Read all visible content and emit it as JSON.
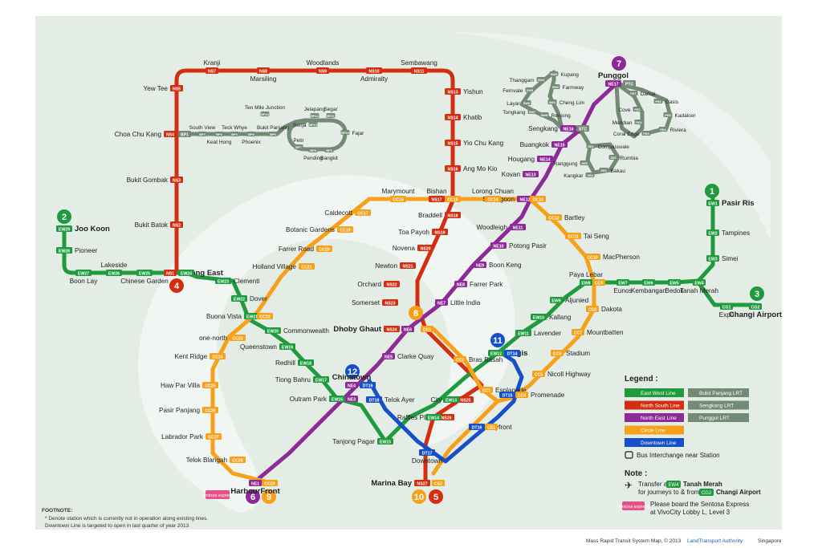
{
  "map": {
    "credit": "Mass Rapid Transit System Map, © 2013",
    "authority": "LandTransport Authority",
    "country": "Singapore"
  },
  "lines": [
    {
      "id": "ew",
      "color": "#1f9a3d"
    },
    {
      "id": "ns",
      "color": "#d42e12"
    },
    {
      "id": "ne",
      "color": "#8d2a97"
    },
    {
      "id": "cc",
      "color": "#f7a11a"
    },
    {
      "id": "dt",
      "color": "#1650c8"
    },
    {
      "id": "lrt",
      "color": "#738a74"
    }
  ],
  "line_numbers": [
    {
      "n": "1",
      "color": "#1f9a3d"
    },
    {
      "n": "2",
      "color": "#1f9a3d"
    },
    {
      "n": "3",
      "color": "#1f9a3d"
    },
    {
      "n": "4",
      "color": "#d42e12"
    },
    {
      "n": "5",
      "color": "#d42e12"
    },
    {
      "n": "6",
      "color": "#8d2a97"
    },
    {
      "n": "7",
      "color": "#8d2a97"
    },
    {
      "n": "8",
      "color": "#f7a11a"
    },
    {
      "n": "9",
      "color": "#f7a11a"
    },
    {
      "n": "10",
      "color": "#f7a11a"
    },
    {
      "n": "11",
      "color": "#1650c8"
    },
    {
      "n": "12",
      "color": "#1650c8"
    }
  ],
  "stations": [
    {
      "name": "Kranji",
      "code": "NS7"
    },
    {
      "name": "Marsiling",
      "code": "NS8"
    },
    {
      "name": "Woodlands",
      "code": "NS9"
    },
    {
      "name": "Admiralty",
      "code": "NS10"
    },
    {
      "name": "Sembawang",
      "code": "NS11"
    },
    {
      "name": "Yew Tee",
      "code": "NS5"
    },
    {
      "name": "Yishun",
      "code": "NS13"
    },
    {
      "name": "Khatib",
      "code": "NS14"
    },
    {
      "name": "Yio Chu Kang",
      "code": "NS15"
    },
    {
      "name": "Ang Mo Kio",
      "code": "NS16"
    },
    {
      "name": "Choa Chu Kang",
      "code": "NS4"
    },
    {
      "name": "Bukit Gombak",
      "code": "NS3"
    },
    {
      "name": "Bukit Batok",
      "code": "NS2"
    },
    {
      "name": "Jurong East",
      "code": "NS1"
    },
    {
      "name": "Bishan",
      "code": "NS17"
    },
    {
      "name": "Braddell",
      "code": "NS18"
    },
    {
      "name": "Toa Payoh",
      "code": "NS19"
    },
    {
      "name": "Novena",
      "code": "NS20"
    },
    {
      "name": "Newton",
      "code": "NS21"
    },
    {
      "name": "Orchard",
      "code": "NS22"
    },
    {
      "name": "Somerset",
      "code": "NS23"
    },
    {
      "name": "Dhoby Ghaut",
      "code": "NS24"
    },
    {
      "name": "City Hall",
      "code": "NS25"
    },
    {
      "name": "Raffles Place",
      "code": "NS26"
    },
    {
      "name": "Marina Bay",
      "code": "NS27"
    },
    {
      "name": "Joo Koon",
      "code": "EW29"
    },
    {
      "name": "Pioneer",
      "code": "EW28"
    },
    {
      "name": "Boon Lay",
      "code": "EW27"
    },
    {
      "name": "Lakeside",
      "code": "EW26"
    },
    {
      "name": "Chinese Garden",
      "code": "EW25"
    },
    {
      "name": "Clementi",
      "code": "EW23"
    },
    {
      "name": "Dover",
      "code": "EW22"
    },
    {
      "name": "Buona Vista",
      "code": "EW21"
    },
    {
      "name": "Commonwealth",
      "code": "EW20"
    },
    {
      "name": "Queenstown",
      "code": "EW19"
    },
    {
      "name": "Redhill",
      "code": "EW18"
    },
    {
      "name": "Tiong Bahru",
      "code": "EW17"
    },
    {
      "name": "Outram Park",
      "code": "EW16"
    },
    {
      "name": "Tanjong Pagar",
      "code": "EW15"
    },
    {
      "name": "Bugis",
      "code": "EW12"
    },
    {
      "name": "Lavender",
      "code": "EW11"
    },
    {
      "name": "Kallang",
      "code": "EW10"
    },
    {
      "name": "Aljunied",
      "code": "EW9"
    },
    {
      "name": "Paya Lebar",
      "code": "EW8"
    },
    {
      "name": "Eunos",
      "code": "EW7"
    },
    {
      "name": "Kembangan",
      "code": "EW6"
    },
    {
      "name": "Bedok",
      "code": "EW5"
    },
    {
      "name": "Tanah Merah",
      "code": "EW4"
    },
    {
      "name": "Simei",
      "code": "EW3"
    },
    {
      "name": "Tampines",
      "code": "EW2"
    },
    {
      "name": "Pasir Ris",
      "code": "EW1"
    },
    {
      "name": "Expo",
      "code": "CG1"
    },
    {
      "name": "Changi Airport",
      "code": "CG2"
    },
    {
      "name": "HarbourFront",
      "code": "NE1"
    },
    {
      "name": "Chinatown",
      "code": "NE4"
    },
    {
      "name": "Clarke Quay",
      "code": "NE5"
    },
    {
      "name": "Little India",
      "code": "NE7"
    },
    {
      "name": "Farrer Park",
      "code": "NE8"
    },
    {
      "name": "Boon Keng",
      "code": "NE9"
    },
    {
      "name": "Potong Pasir",
      "code": "NE10"
    },
    {
      "name": "Woodleigh",
      "code": "NE11"
    },
    {
      "name": "Serangoon",
      "code": "NE12"
    },
    {
      "name": "Kovan",
      "code": "NE13"
    },
    {
      "name": "Hougang",
      "code": "NE14"
    },
    {
      "name": "Buangkok",
      "code": "NE15"
    },
    {
      "name": "Sengkang",
      "code": "NE16"
    },
    {
      "name": "Punggol",
      "code": "NE17"
    },
    {
      "name": "Bras Basah",
      "code": "CC2"
    },
    {
      "name": "Esplanade",
      "code": "CC3"
    },
    {
      "name": "Promenade",
      "code": "CC4"
    },
    {
      "name": "Nicoll Highway",
      "code": "CC5"
    },
    {
      "name": "Stadium",
      "code": "CC6"
    },
    {
      "name": "Mountbatten",
      "code": "CC7"
    },
    {
      "name": "Dakota",
      "code": "CC8"
    },
    {
      "name": "MacPherson",
      "code": "CC10"
    },
    {
      "name": "Tai Seng",
      "code": "CC11"
    },
    {
      "name": "Bartley",
      "code": "CC12"
    },
    {
      "name": "Lorong Chuan",
      "code": "CC14"
    },
    {
      "name": "Marymount",
      "code": "CC16"
    },
    {
      "name": "Caldecott",
      "code": "CC17"
    },
    {
      "name": "Botanic Gardens",
      "code": "CC19"
    },
    {
      "name": "Farrer Road",
      "code": "CC20"
    },
    {
      "name": "Holland Village",
      "code": "CC21"
    },
    {
      "name": "one-north",
      "code": "CC23"
    },
    {
      "name": "Kent Ridge",
      "code": "CC24"
    },
    {
      "name": "Haw Par Villa",
      "code": "CC25"
    },
    {
      "name": "Pasir Panjang",
      "code": "CC26"
    },
    {
      "name": "Labrador Park",
      "code": "CC27"
    },
    {
      "name": "Telok Blangah",
      "code": "CC28"
    },
    {
      "name": "Telok Ayer",
      "code": "DT18"
    },
    {
      "name": "Downtown",
      "code": "DT17"
    },
    {
      "name": "Bayfront",
      "code": "DT16"
    },
    {
      "name": "South View",
      "code": "BP2"
    },
    {
      "name": "Keat Hong",
      "code": "BP3"
    },
    {
      "name": "Teck Whye",
      "code": "BP4"
    },
    {
      "name": "Phoenix",
      "code": "BP5"
    },
    {
      "name": "Bukit Panjang",
      "code": "BP6"
    },
    {
      "name": "Ten Mile Junction",
      "code": "BP14"
    },
    {
      "name": "Senja",
      "code": "BP13"
    },
    {
      "name": "Jelapang",
      "code": "BP12"
    },
    {
      "name": "Segar",
      "code": "BP11"
    },
    {
      "name": "Fajar",
      "code": "BP10"
    },
    {
      "name": "Petir",
      "code": "BP7"
    },
    {
      "name": "Pending",
      "code": "BP8"
    },
    {
      "name": "Bangkit",
      "code": "BP9"
    },
    {
      "name": "Thanggam",
      "code": "SW4"
    },
    {
      "name": "Kupang",
      "code": "SW3"
    },
    {
      "name": "Farmway",
      "code": "SW2"
    },
    {
      "name": "Fernvale",
      "code": "SW5"
    },
    {
      "name": "Cheng Lim",
      "code": "SW1"
    },
    {
      "name": "Layar",
      "code": "SW6"
    },
    {
      "name": "Tongkang",
      "code": "SW7"
    },
    {
      "name": "Renjong",
      "code": "SW8"
    },
    {
      "name": "Compassvale",
      "code": "SE1"
    },
    {
      "name": "Rumbia",
      "code": "SE2"
    },
    {
      "name": "Bakau",
      "code": "SE3"
    },
    {
      "name": "Kangkar",
      "code": "SE4"
    },
    {
      "name": "Ranggung",
      "code": "SE5"
    },
    {
      "name": "Damai",
      "code": "PE7"
    },
    {
      "name": "Oasis",
      "code": "PE6"
    },
    {
      "name": "Kadaloor",
      "code": "PE5"
    },
    {
      "name": "Cove",
      "code": "PE1"
    },
    {
      "name": "Meridian",
      "code": "PE2"
    },
    {
      "name": "Coral Edge",
      "code": "PE3"
    },
    {
      "name": "Riviera",
      "code": "PE4"
    }
  ],
  "interchange_codes": [
    {
      "code": "EW24",
      "near": "Jurong East"
    },
    {
      "code": "CC22",
      "near": "Buona Vista"
    },
    {
      "code": "CC9",
      "near": "Paya Lebar"
    },
    {
      "code": "CC15",
      "near": "Bishan"
    },
    {
      "code": "CC13",
      "near": "Serangoon"
    },
    {
      "code": "PTC",
      "near": "Punggol"
    },
    {
      "code": "STC",
      "near": "Sengkang"
    },
    {
      "code": "BP1",
      "near": "Choa Chu Kang"
    },
    {
      "code": "NE6",
      "near": "Dhoby Ghaut"
    },
    {
      "code": "CC1",
      "near": "Dhoby Ghaut"
    },
    {
      "code": "NE3",
      "near": "Outram Park"
    },
    {
      "code": "DT19",
      "near": "Chinatown"
    },
    {
      "code": "DT14",
      "near": "Bugis"
    },
    {
      "code": "DT15",
      "near": "Promenade"
    },
    {
      "code": "EW13",
      "near": "City Hall"
    },
    {
      "code": "EW14",
      "near": "Raffles Place"
    },
    {
      "code": "CE2",
      "near": "Marina Bay"
    },
    {
      "code": "CE1",
      "near": "Bayfront"
    },
    {
      "code": "CC29",
      "near": "HarbourFront"
    }
  ],
  "legend": {
    "title": "Legend :",
    "items": [
      {
        "label": "East West Line",
        "color": "#1f9a3d"
      },
      {
        "label": "North South Line",
        "color": "#d42e12"
      },
      {
        "label": "North East Line",
        "color": "#8d2a97"
      },
      {
        "label": "Circle Line",
        "color": "#f7a11a"
      },
      {
        "label": "Downtown Line",
        "color": "#1650c8"
      },
      {
        "label": "Bukit Panjang LRT",
        "color": "#738a74"
      },
      {
        "label": "Sengkang LRT",
        "color": "#738a74"
      },
      {
        "label": "Punggol LRT",
        "color": "#738a74"
      }
    ],
    "bus_interchange": "Bus Interchange near Station"
  },
  "note": {
    "title": "Note :",
    "transfer_at": "Transfer at",
    "transfer_code": "EW4",
    "transfer_station": "Tanah Merah",
    "transfer_for": "for journeys to & from",
    "changi_code": "CG2",
    "changi_station": "Changi Airport",
    "sentosa_logo": "sentosa express",
    "sentosa_text_1": "Please board the Sentosa Express",
    "sentosa_text_2": "at VivoCity Lobby L, Level 3"
  },
  "footnote": {
    "title": "FOOTNOTE:",
    "line1": "* Denote station which is currently not in operation along existing lines.",
    "line2": "Downtown Line is targeted to open in last quarter of year 2013"
  }
}
